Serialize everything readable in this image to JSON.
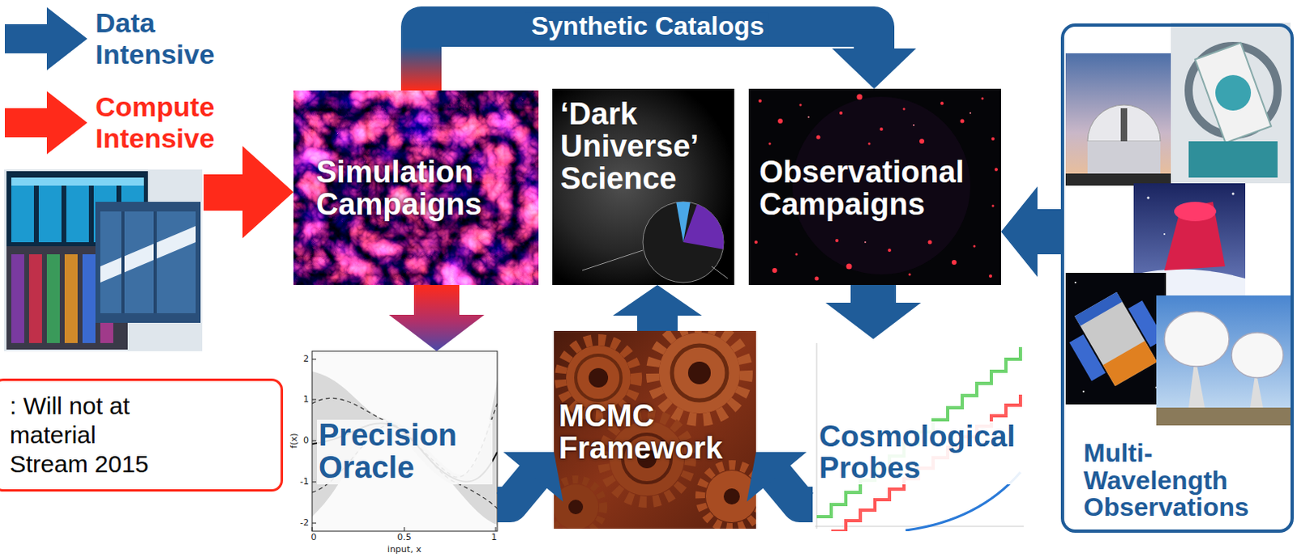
{
  "diagram": {
    "nodes": [
      {
        "text": [
          "Simulation Campaigns"
        ]
      },
      {
        "text": [
          "‘Dark Universe’ Science"
        ]
      },
      {
        "text": [
          "Observational Campaigns"
        ]
      },
      {
        "text": [
          "Multi- Wavelength Observations"
        ]
      },
      {
        "text": [
          ": Will not at material Stream 2015"
        ]
      },
      {
        "text": [
          "Precision Oracle"
        ]
      },
      {
        "text": [
          "MCMC Framework"
        ]
      },
      {
        "text": [
          "Cosmological Probes"
        ]
      }
    ],
    "edges": [
      {
        "from": 0,
        "to": 2,
        "arrow": "to",
        "label": "Synthetic Catalogs"
      },
      {
        "from": 0,
        "to": 5,
        "arrow": "to"
      },
      {
        "from": 2,
        "to": 7,
        "arrow": "to"
      },
      {
        "from": 3,
        "to": 2,
        "arrow": "to"
      },
      {
        "from": 5,
        "to": 6,
        "arrow": "to"
      },
      {
        "from": 7,
        "to": 6,
        "arrow": "to"
      },
      {
        "from": 6,
        "to": 1,
        "arrow": "to"
      }
    ],
    "labels": [
      "2",
      "1",
      "0",
      "-1",
      "-2",
      "0",
      "0.5",
      "1",
      "input, x",
      "f(x)"
    ],
    "legend": [
      {
        "text": "Data Intensive",
        "color": "#1f5c99"
      },
      {
        "text": "Compute Intensive",
        "color": "#ff2a1a"
      }
    ]
  }
}
